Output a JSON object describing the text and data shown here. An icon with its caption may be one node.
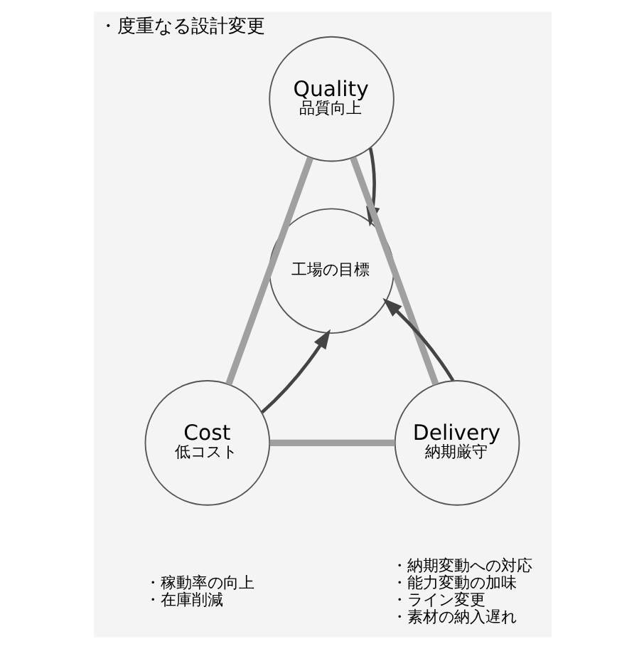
{
  "diagram": {
    "nodes": [
      {
        "text": [
          "Quality",
          "品質向上"
        ],
        "beside": [
          "・度重なる設計変更"
        ]
      },
      {
        "text": [
          "工場の目標"
        ]
      },
      {
        "text": [
          "Cost",
          "低コスト"
        ],
        "beside": [
          "・稼動率の向上",
          "・在庫削減"
        ]
      },
      {
        "text": [
          "Delivery",
          "納期厳守"
        ],
        "beside": [
          "・納期変動への対応",
          "・能力変動の加味",
          "・ライン変更",
          "・素材の納入遅れ"
        ]
      }
    ],
    "edges": [
      {
        "from": 0,
        "to": 1,
        "arrow": "to"
      },
      {
        "from": 2,
        "to": 1,
        "arrow": "to"
      },
      {
        "from": 3,
        "to": 1,
        "arrow": "to"
      },
      {
        "from": 0,
        "to": 2,
        "arrow": "none",
        "style": "thick",
        "color": "#a0a0a0"
      },
      {
        "from": 0,
        "to": 3,
        "arrow": "none",
        "style": "thick",
        "color": "#a0a0a0"
      },
      {
        "from": 2,
        "to": 3,
        "arrow": "none",
        "style": "thick",
        "color": "#a0a0a0"
      }
    ]
  }
}
